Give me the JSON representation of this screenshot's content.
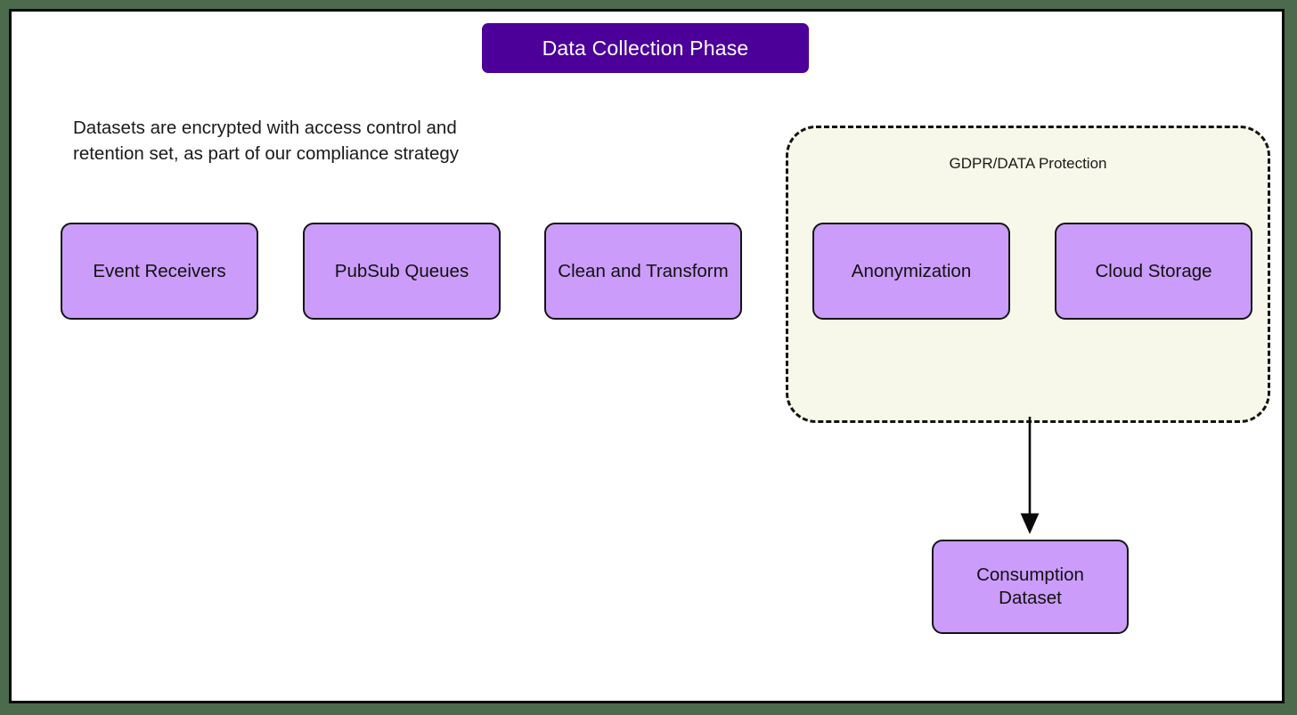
{
  "page": {
    "background_color": "#4c6b4c",
    "frame_background": "#ffffff",
    "frame_border_color": "#0a0a0a"
  },
  "title": {
    "label": "Data Collection Phase",
    "background_color": "#4c0099",
    "text_color": "#ffffff"
  },
  "note": {
    "text": "Datasets are encrypted with access control and\nretention set, as part of our compliance strategy"
  },
  "gdpr_group": {
    "label": "GDPR/DATA Protection",
    "background_color": "#f7f8e9",
    "border_style": "dashed",
    "border_color": "#121212"
  },
  "nodes": {
    "fill_color": "#cb9cf9",
    "border_color": "#141414",
    "items": [
      {
        "id": "event-receivers",
        "label": "Event Receivers"
      },
      {
        "id": "pubsub-queues",
        "label": "PubSub Queues"
      },
      {
        "id": "clean-and-transform",
        "label": "Clean and Transform"
      },
      {
        "id": "anonymization",
        "label": "Anonymization"
      },
      {
        "id": "cloud-storage",
        "label": "Cloud Storage"
      },
      {
        "id": "consumption-dataset",
        "label": "Consumption\nDataset"
      }
    ]
  },
  "edges": [
    {
      "id": "gdpr-to-consumption",
      "from": "gdpr_group",
      "to": "consumption-dataset",
      "style": "solid-arrow",
      "color": "#0a0a0a"
    }
  ]
}
